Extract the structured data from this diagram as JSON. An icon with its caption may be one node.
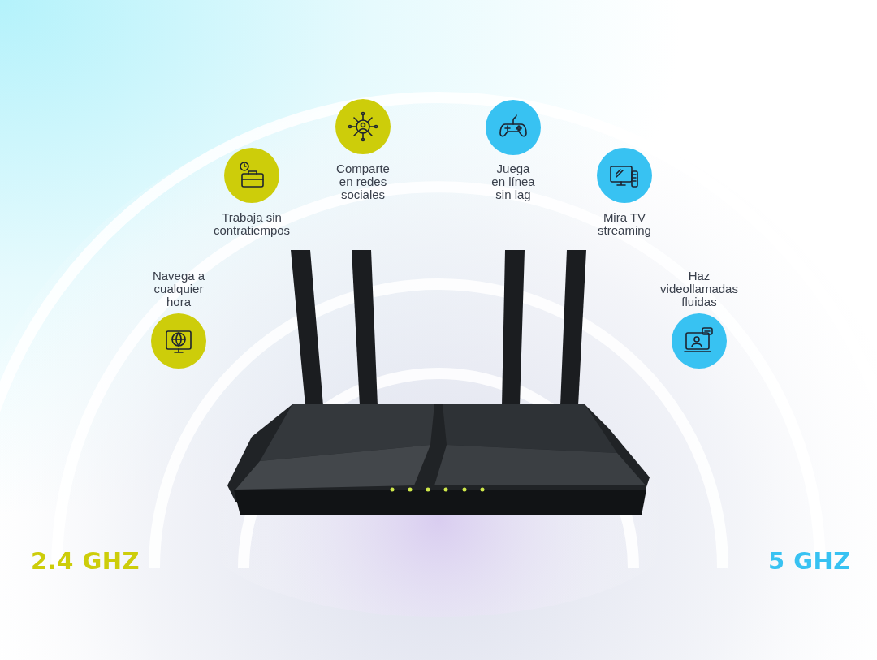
{
  "diagram": {
    "labels": [
      "Navega a cualquier hora",
      "Trabaja sin contratiempos",
      "Comparte en redes sociales",
      "Juega en línea sin lag",
      "Mira TV streaming",
      "Haz videollamadas fluidas",
      "2.4 GHZ",
      "5 GHZ"
    ]
  }
}
